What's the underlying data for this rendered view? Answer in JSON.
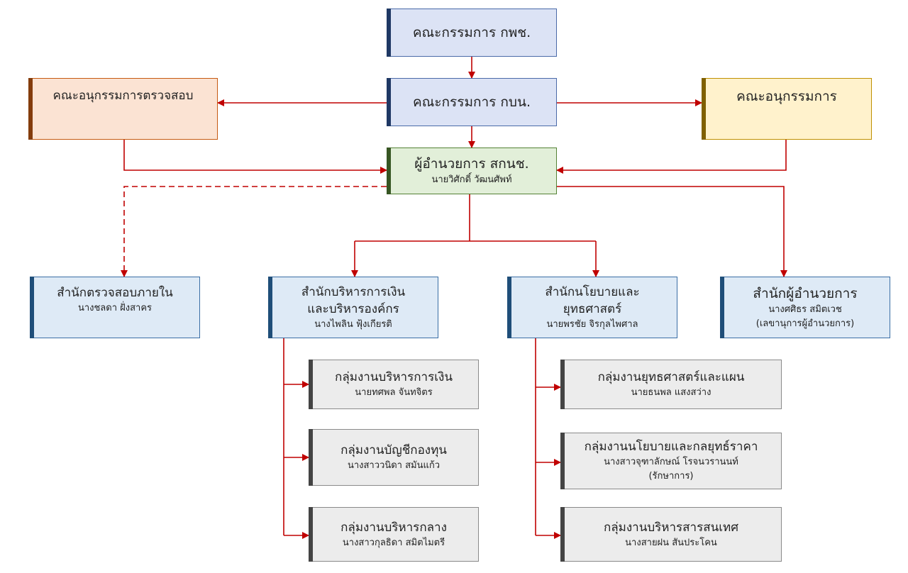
{
  "board": {
    "title": "คณะกรรมการ กพช."
  },
  "committee": {
    "title": "คณะกรรมการ กบน."
  },
  "audit_committee": {
    "title": "คณะอนุกรรมการตรวจสอบ"
  },
  "subcommittee": {
    "title": "คณะอนุกรรมการ"
  },
  "director": {
    "title": "ผู้อำนวยการ สกนช.",
    "name": "นายวิศักดิ์  วัฒนศัพท์"
  },
  "offices": [
    {
      "title": "สำนักตรวจสอบภายใน",
      "name": "นางชลดา  ฝั่งสาคร"
    },
    {
      "title": "สำนักบริหารการเงิน",
      "title2": "และบริหารองค์กร",
      "name": "นางไพลิน  ฟุ้งเกียรติ"
    },
    {
      "title": "สำนักนโยบายและ",
      "title2": "ยุทธศาสตร์",
      "name": "นายพรชัย  จิรกุลไพศาล"
    },
    {
      "title": "สำนักผู้อำนวยการ",
      "name": "นางศศิธร  สมิตเวช",
      "note": "(เลขานุการผู้อำนวยการ)"
    }
  ],
  "groups": [
    {
      "title": "กลุ่มงานบริหารการเงิน",
      "name": "นายทศพล  จันทจิตร"
    },
    {
      "title": "กลุ่มงานบัญชีกองทุน",
      "name": "นางสาววนิดา  สมันแก้ว"
    },
    {
      "title": "กลุ่มงานบริหารกลาง",
      "name": "นางสาวกุลธิดา  สมิตไมตรี"
    },
    {
      "title": "กลุ่มงานยุทธศาสตร์และแผน",
      "name": "นายธนพล  แสงสว่าง"
    },
    {
      "title": "กลุ่มงานนโยบายและกลยุทธ์ราคา",
      "name": "นางสาวจุฑาลักษณ์ โรจนวรานนท์",
      "note": "(รักษาการ)"
    },
    {
      "title": "กลุ่มงานบริหารสารสนเทศ",
      "name": "นางสายฝน  สันประโคน"
    }
  ],
  "colors": {
    "connector": "#c00000"
  }
}
